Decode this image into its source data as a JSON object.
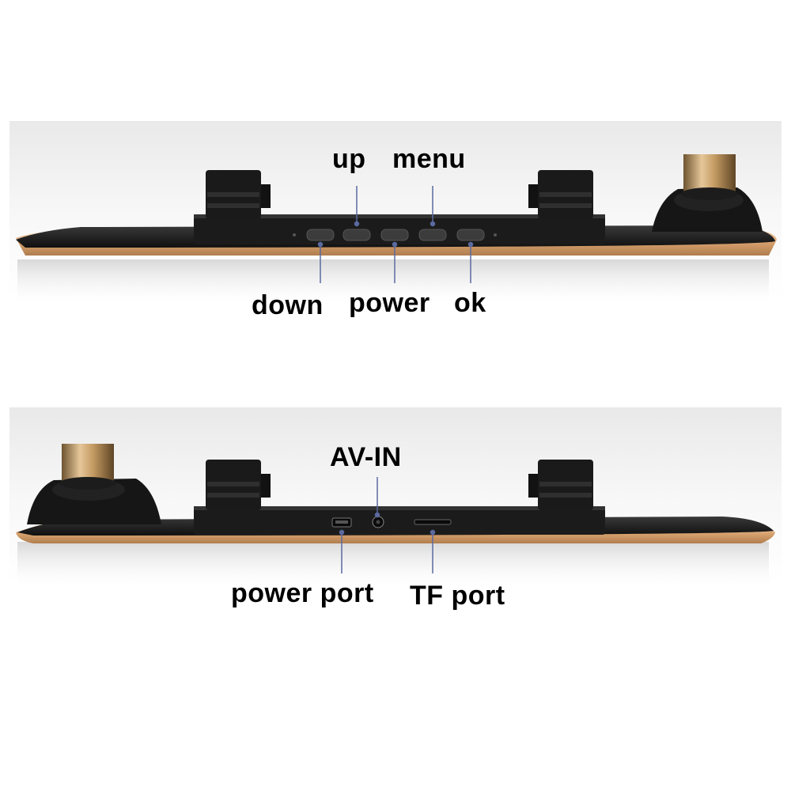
{
  "top_view": {
    "labels": {
      "up": "up",
      "menu": "menu",
      "down": "down",
      "power": "power",
      "ok": "ok"
    }
  },
  "bottom_view": {
    "labels": {
      "av_in": "AV-IN",
      "power_port": "power port",
      "tf_port": "TF port"
    }
  },
  "colors": {
    "body": "#1e1e1e",
    "gold_trim": "#d9a877",
    "lens_gold": "#c8a06a",
    "leader_line": "#5a6aa0"
  },
  "icons": [
    "lens-icon",
    "mount-clip-icon",
    "usb-port-icon",
    "audio-jack-icon",
    "card-slot-icon"
  ]
}
